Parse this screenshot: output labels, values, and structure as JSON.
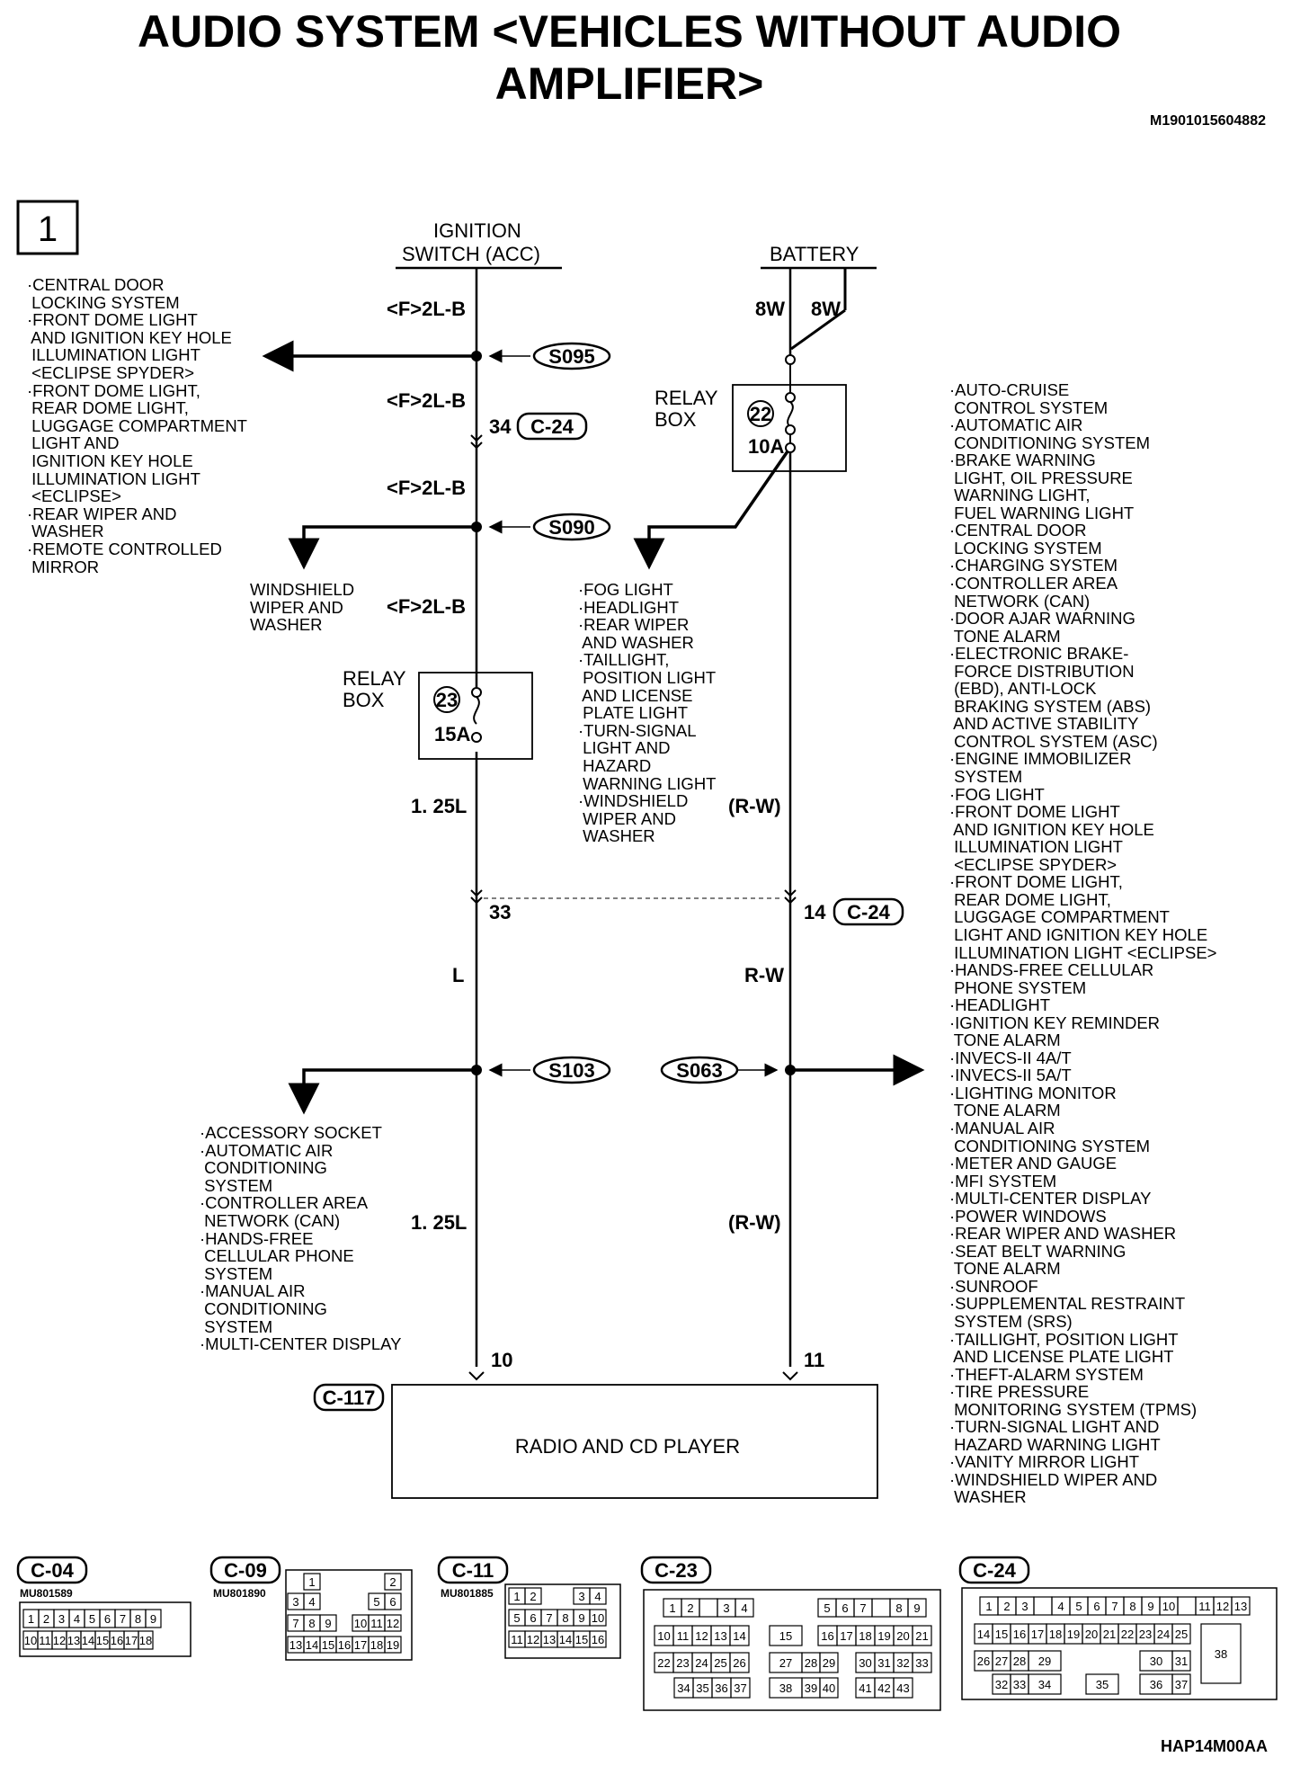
{
  "title_line1": "AUDIO SYSTEM <VEHICLES WITHOUT AUDIO",
  "title_line2": "AMPLIFIER>",
  "doc_id": "M1901015604882",
  "figure_id": "HAP14M00AA",
  "section_number": "1",
  "sources": {
    "ignition_line1": "IGNITION",
    "ignition_line2": "SWITCH (ACC)",
    "battery": "BATTERY"
  },
  "wires": {
    "f2lb_1": "<F>2L-B",
    "f2lb_2": "<F>2L-B",
    "f2lb_3": "<F>2L-B",
    "f2lb_4": "<F>2L-B",
    "w8_left": "8W",
    "w8_right": "8W",
    "l125_upper": "1. 25L",
    "l125_lower": "1. 25L",
    "l": "L",
    "rw": "R-W",
    "rw_paren_upper": "(R-W)",
    "rw_paren_lower": "(R-W)"
  },
  "splices": {
    "s095": "S095",
    "s090": "S090",
    "s103": "S103",
    "s063": "S063"
  },
  "connectors_inline": {
    "c24_a": "C-24",
    "c24_b": "C-24",
    "c117": "C-117",
    "pin34": "34",
    "pin33": "33",
    "pin14": "14",
    "pin10": "10",
    "pin11": "11"
  },
  "relay_boxes": {
    "relay_label_1": "RELAY",
    "relay_label_2": "BOX",
    "fuse22_num": "22",
    "fuse22_rating": "10A",
    "fuse23_num": "23",
    "fuse23_rating": "15A"
  },
  "component": "RADIO AND CD PLAYER",
  "list_top_left": [
    "·CENTRAL DOOR",
    " LOCKING SYSTEM",
    "·FRONT DOME LIGHT",
    " AND IGNITION KEY HOLE",
    " ILLUMINATION LIGHT",
    " <ECLIPSE SPYDER>",
    "·FRONT DOME LIGHT,",
    " REAR DOME LIGHT,",
    " LUGGAGE COMPARTMENT",
    " LIGHT AND",
    " IGNITION KEY HOLE",
    " ILLUMINATION LIGHT",
    " <ECLIPSE>",
    "·REAR WIPER AND",
    " WASHER",
    "·REMOTE CONTROLLED",
    " MIRROR"
  ],
  "list_wiper": [
    "WINDSHIELD",
    "WIPER AND",
    "WASHER"
  ],
  "list_middle": [
    "·FOG LIGHT",
    "·HEADLIGHT",
    "·REAR WIPER",
    " AND WASHER",
    "·TAILLIGHT,",
    " POSITION LIGHT",
    " AND LICENSE",
    " PLATE LIGHT",
    "·TURN-SIGNAL",
    " LIGHT AND",
    " HAZARD",
    " WARNING LIGHT",
    "·WINDSHIELD",
    " WIPER AND",
    " WASHER"
  ],
  "list_bottom_left": [
    "·ACCESSORY SOCKET",
    "·AUTOMATIC AIR",
    " CONDITIONING",
    " SYSTEM",
    "·CONTROLLER AREA",
    " NETWORK (CAN)",
    "·HANDS-FREE",
    " CELLULAR PHONE",
    " SYSTEM",
    "·MANUAL AIR",
    " CONDITIONING",
    " SYSTEM",
    "·MULTI-CENTER DISPLAY"
  ],
  "list_right": [
    "·AUTO-CRUISE",
    " CONTROL SYSTEM",
    "·AUTOMATIC AIR",
    " CONDITIONING SYSTEM",
    "·BRAKE WARNING",
    " LIGHT, OIL PRESSURE",
    " WARNING LIGHT,",
    " FUEL WARNING LIGHT",
    "·CENTRAL DOOR",
    " LOCKING SYSTEM",
    "·CHARGING SYSTEM",
    "·CONTROLLER AREA",
    " NETWORK (CAN)",
    "·DOOR AJAR WARNING",
    " TONE ALARM",
    "·ELECTRONIC BRAKE-",
    " FORCE DISTRIBUTION",
    " (EBD), ANTI-LOCK",
    " BRAKING SYSTEM (ABS)",
    " AND ACTIVE STABILITY",
    " CONTROL SYSTEM (ASC)",
    "·ENGINE IMMOBILIZER",
    " SYSTEM",
    "·FOG LIGHT",
    "·FRONT DOME LIGHT",
    " AND IGNITION KEY HOLE",
    " ILLUMINATION LIGHT",
    " <ECLIPSE SPYDER>",
    "·FRONT DOME LIGHT,",
    " REAR DOME LIGHT,",
    " LUGGAGE COMPARTMENT",
    " LIGHT AND IGNITION KEY HOLE",
    " ILLUMINATION LIGHT <ECLIPSE>",
    "·HANDS-FREE CELLULAR",
    " PHONE SYSTEM",
    "·HEADLIGHT",
    "·IGNITION KEY REMINDER",
    " TONE ALARM",
    "·INVECS-II 4A/T",
    "·INVECS-II 5A/T",
    "·LIGHTING MONITOR",
    " TONE ALARM",
    "·MANUAL AIR",
    " CONDITIONING SYSTEM",
    "·METER AND GAUGE",
    "·MFI SYSTEM",
    "·MULTI-CENTER DISPLAY",
    "·POWER WINDOWS",
    "·REAR WIPER AND WASHER",
    "·SEAT BELT WARNING",
    " TONE ALARM",
    "·SUNROOF",
    "·SUPPLEMENTAL RESTRAINT",
    " SYSTEM (SRS)",
    "·TAILLIGHT, POSITION LIGHT",
    " AND LICENSE PLATE LIGHT",
    "·THEFT-ALARM SYSTEM",
    "·TIRE PRESSURE",
    " MONITORING SYSTEM (TPMS)",
    "·TURN-SIGNAL LIGHT AND",
    " HAZARD WARNING LIGHT",
    "·VANITY MIRROR LIGHT",
    "·WINDSHIELD WIPER AND",
    " WASHER"
  ],
  "connector_tables": [
    {
      "id": "C-04",
      "part": "MU801589"
    },
    {
      "id": "C-09",
      "part": "MU801890"
    },
    {
      "id": "C-11",
      "part": "MU801885"
    },
    {
      "id": "C-23",
      "part": ""
    },
    {
      "id": "C-24",
      "part": ""
    }
  ]
}
